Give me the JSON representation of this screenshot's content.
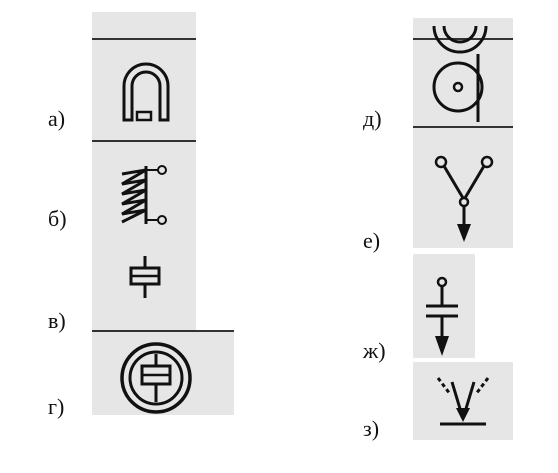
{
  "labels": {
    "a": "а)",
    "b": "б)",
    "v": "в)",
    "g": "г)",
    "d": "д)",
    "e": "е)",
    "zh": "ж)",
    "z": "з)"
  },
  "symbols": [
    {
      "key": "a",
      "icon": "horseshoe-magnet-icon"
    },
    {
      "key": "b",
      "icon": "coil-with-core-icon"
    },
    {
      "key": "v",
      "icon": "capacitor-element-icon"
    },
    {
      "key": "g",
      "icon": "encircled-capacitor-icon"
    },
    {
      "key": "d",
      "icon": "circle-with-dot-and-line-icon"
    },
    {
      "key": "e",
      "icon": "v-branch-arrow-icon"
    },
    {
      "key": "zh",
      "icon": "capacitor-arrow-icon"
    },
    {
      "key": "z",
      "icon": "radiation-arrows-icon"
    }
  ],
  "colors": {
    "panel": "#e6e6e6",
    "ink": "#111111"
  }
}
